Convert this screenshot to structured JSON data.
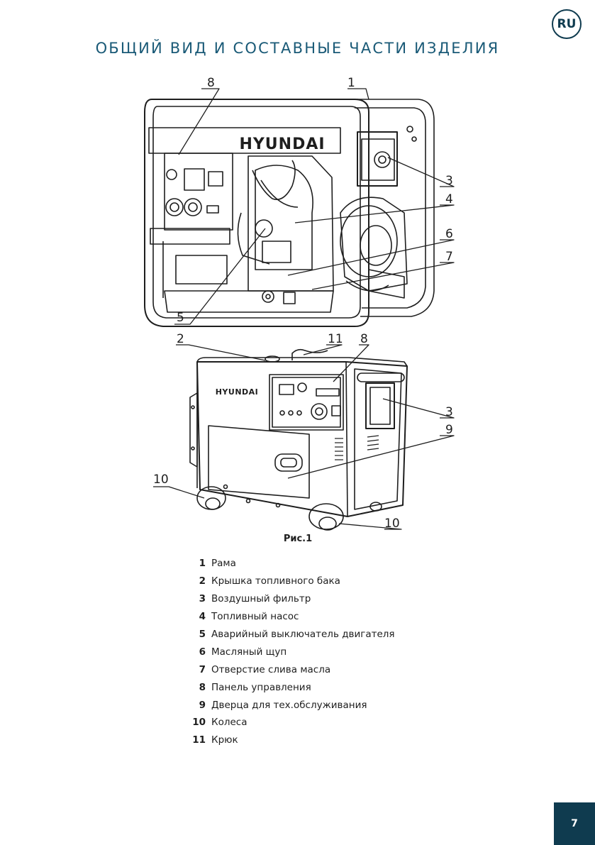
{
  "header": {
    "language_badge": "RU",
    "title": "ОБЩИЙ ВИД И СОСТАВНЫЕ ЧАСТИ ИЗДЕЛИЯ"
  },
  "figure": {
    "brand_logo": "HYUNDAI",
    "caption": "Рис.1",
    "callouts_top": [
      "8",
      "1",
      "3",
      "4",
      "6",
      "7",
      "5"
    ],
    "callouts_bottom": [
      "2",
      "11",
      "8",
      "3",
      "9",
      "10",
      "10"
    ]
  },
  "parts": [
    {
      "num": "1",
      "label": "Рама"
    },
    {
      "num": "2",
      "label": "Крышка топливного бака"
    },
    {
      "num": "3",
      "label": "Воздушный фильтр"
    },
    {
      "num": "4",
      "label": "Топливный насос"
    },
    {
      "num": "5",
      "label": "Аварийный выключатель двигателя"
    },
    {
      "num": "6",
      "label": "Масляный щуп"
    },
    {
      "num": "7",
      "label": "Отверстие слива масла"
    },
    {
      "num": "8",
      "label": "Панель управления"
    },
    {
      "num": "9",
      "label": "Дверца для тех.обслуживания"
    },
    {
      "num": "10",
      "label": "Колеса"
    },
    {
      "num": "11",
      "label": "Крюк"
    }
  ],
  "footer": {
    "page_number": "7"
  }
}
